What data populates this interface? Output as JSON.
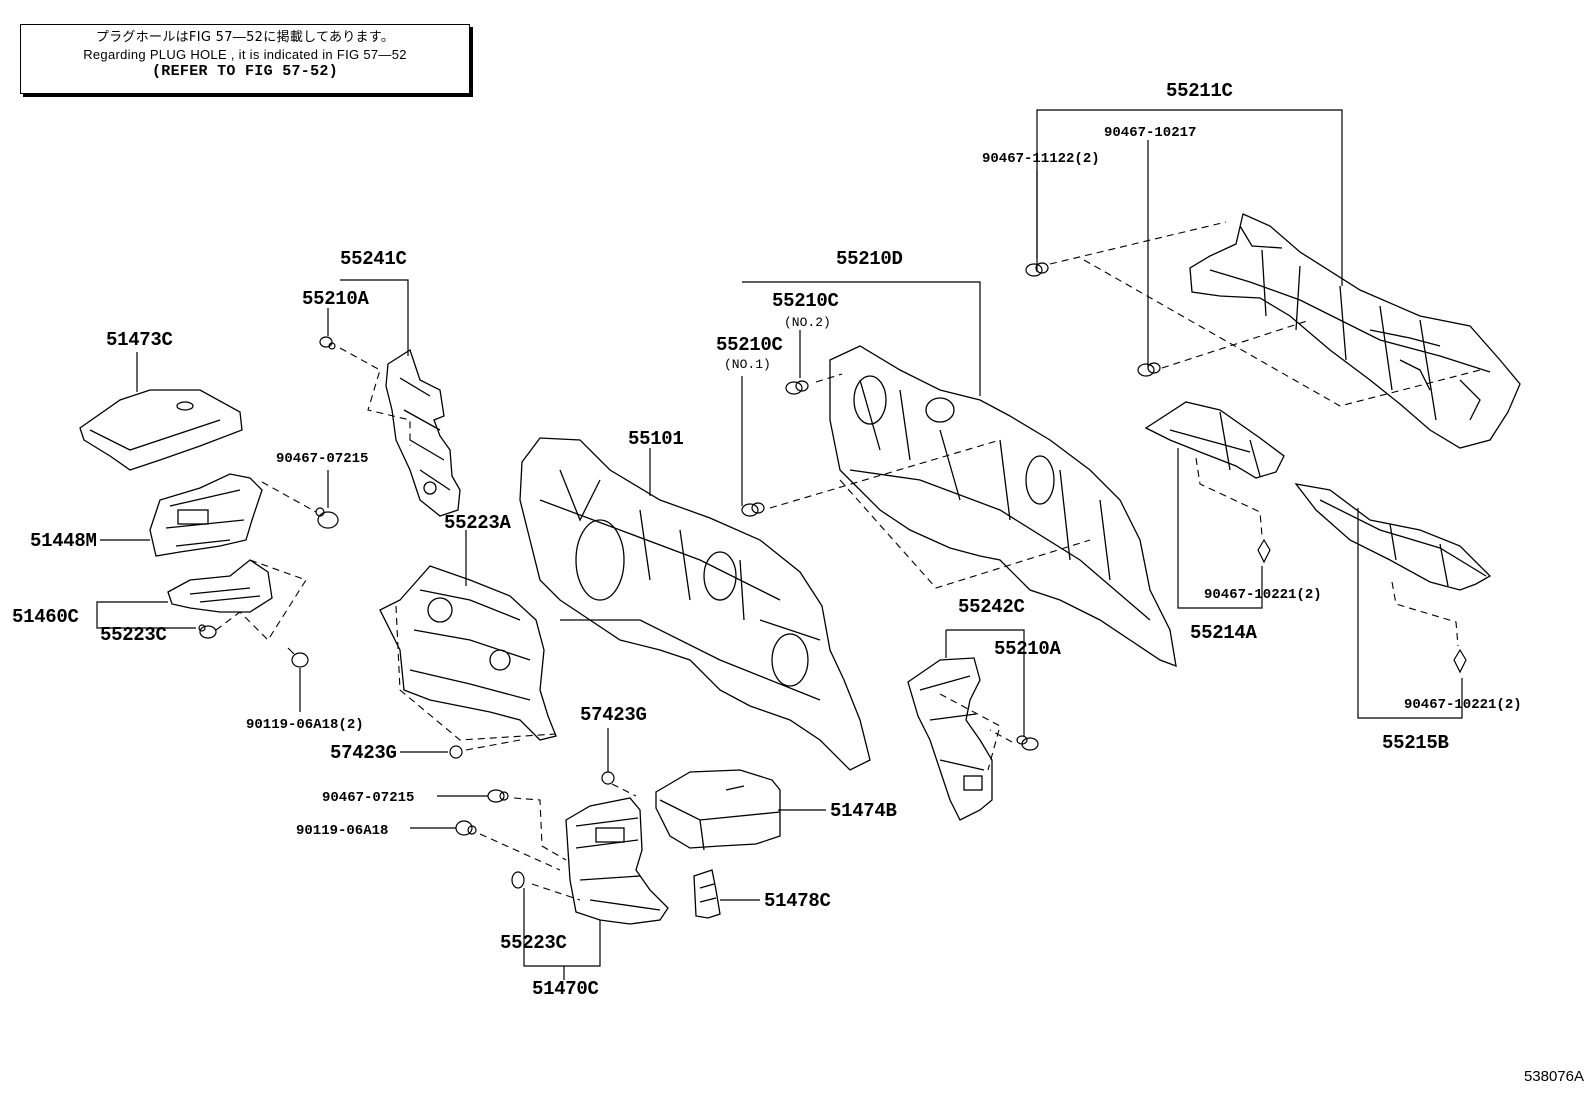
{
  "note": {
    "japanese": "プラグホールはFIG 57―52に掲載してあります。",
    "english": "Regarding PLUG HOLE , it is indicated in FIG 57―52",
    "refer": "(REFER TO FIG 57-52)"
  },
  "figure_id": "538076A",
  "labels": {
    "p55211C": "55211C",
    "p90467_10217": "90467-10217",
    "p90467_11122": "90467-11122(2)",
    "p55241C": "55241C",
    "p55210A_top": "55210A",
    "p51473C": "51473C",
    "p55210D": "55210D",
    "p55210C_no2": "55210C",
    "no2": "(NO.2)",
    "p55210C_no1": "55210C",
    "no1": "(NO.1)",
    "p55101": "55101",
    "p90467_07215_a": "90467-07215",
    "p51448M": "51448M",
    "p55223A": "55223A",
    "p51460C": "51460C",
    "p55223C_a": "55223C",
    "p90119_06A18_2": "90119-06A18(2)",
    "p57423G_a": "57423G",
    "p57423G_b": "57423G",
    "p90467_07215_b": "90467-07215",
    "p90119_06A18": "90119-06A18",
    "p51474B": "51474B",
    "p51478C": "51478C",
    "p55223C_b": "55223C",
    "p51470C": "51470C",
    "p55242C": "55242C",
    "p55210A_bot": "55210A",
    "p90467_10221_a": "90467-10221(2)",
    "p55214A": "55214A",
    "p90467_10221_b": "90467-10221(2)",
    "p55215B": "55215B"
  }
}
